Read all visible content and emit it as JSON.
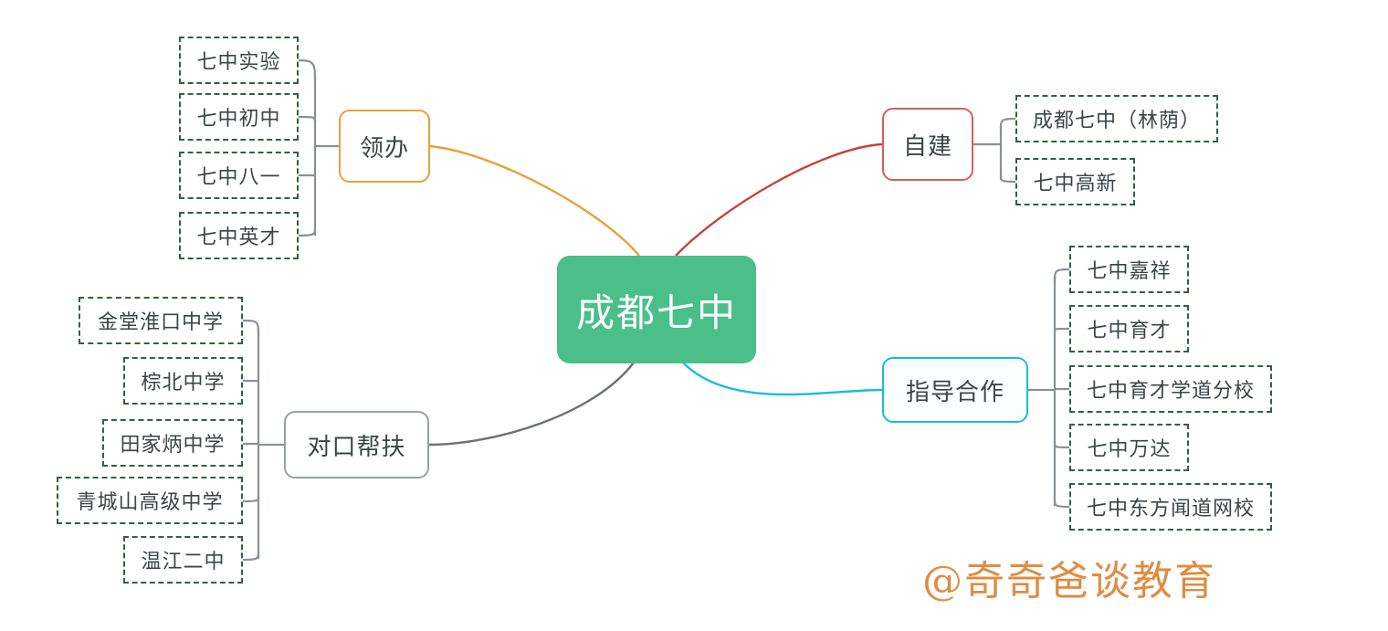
{
  "diagram": {
    "root": {
      "label": "成都七中",
      "color": "#4ABF8A"
    },
    "branches": [
      {
        "id": "lingban",
        "label": "领办",
        "color": "#E5A13A",
        "children": [
          "七中实验",
          "七中初中",
          "七中八一",
          "七中英才"
        ]
      },
      {
        "id": "zijian",
        "label": "自建",
        "color": "#D4605A",
        "children": [
          "成都七中（林荫）",
          "七中高新"
        ]
      },
      {
        "id": "zhidaohezuo",
        "label": "指导合作",
        "color": "#18BDD8",
        "children": [
          "七中嘉祥",
          "七中育才",
          "七中育才学道分校",
          "七中万达",
          "七中东方闻道网校"
        ]
      },
      {
        "id": "duikoubangfu",
        "label": "对口帮扶",
        "color": "#9AA0A6",
        "children": [
          "金堂淮口中学",
          "棕北中学",
          "田家炳中学",
          "青城山高级中学",
          "温江二中"
        ]
      }
    ]
  },
  "watermark": {
    "text": "@奇奇爸谈教育",
    "color": "#E08C43"
  }
}
